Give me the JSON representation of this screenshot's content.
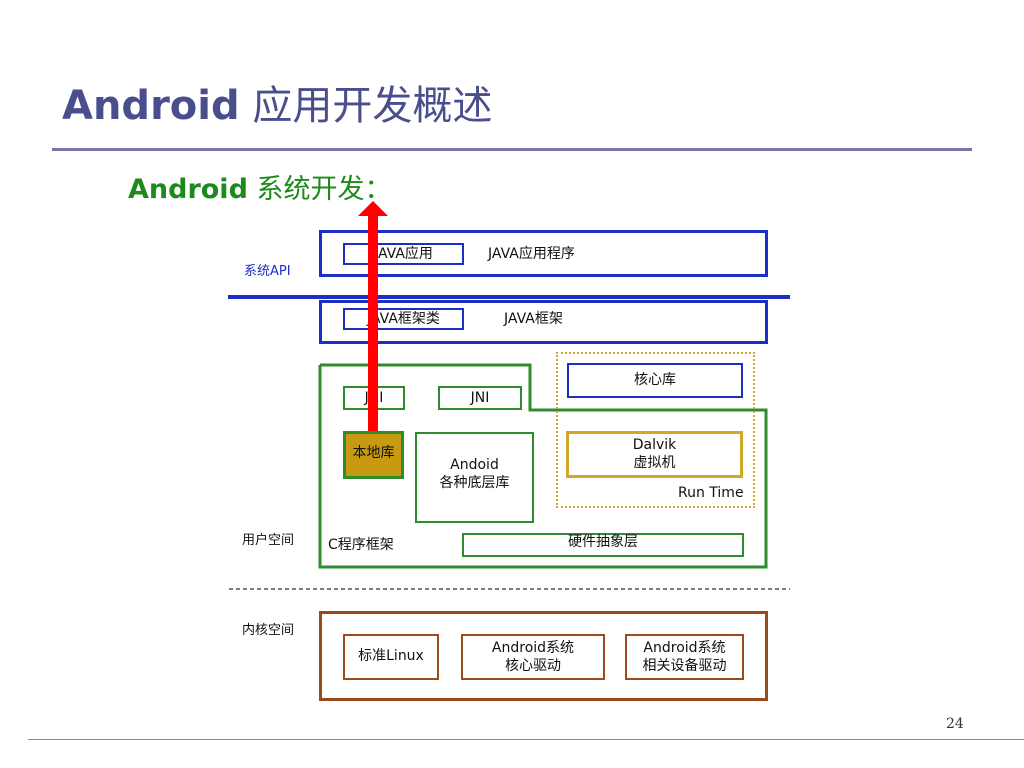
{
  "slide": {
    "title_latin": "Android",
    "title_cjk": "应用开发概述",
    "subtitle_latin": "Android",
    "subtitle_cjk": "系统开发：",
    "page_number": "24"
  },
  "diagram": {
    "side_labels": {
      "system_api": "系统API",
      "user_space": "用户空间",
      "kernel_space": "内核空间"
    },
    "java_app_layer": {
      "inner_box": "JAVA应用",
      "label": "JAVA应用程序"
    },
    "java_framework_layer": {
      "inner_box": "JAVA框架类",
      "label": "JAVA框架"
    },
    "native_layer": {
      "jni_left": "JNI",
      "jni_right": "JNI",
      "native_lib": "本地库",
      "bottom_libs_line1": "Andoid",
      "bottom_libs_line2": "各种底层库",
      "c_framework": "C程序框架",
      "hal": "硬件抽象层"
    },
    "runtime": {
      "core_lib": "核心库",
      "dalvik_line1": "Dalvik",
      "dalvik_line2": "虚拟机",
      "label": "Run Time"
    },
    "kernel_layer": {
      "linux": "标准Linux",
      "core_driver_line1": "Android系统",
      "core_driver_line2": "核心驱动",
      "device_driver_line1": "Android系统",
      "device_driver_line2": "相关设备驱动"
    },
    "colors": {
      "title": "#4a4e8c",
      "subtitle": "#1e8a1e",
      "java_layer_border": "#1b2fc4",
      "native_layer_border": "#2e8b2e",
      "runtime_border": "#d2a82a",
      "kernel_border": "#9b4a1c",
      "native_lib_fill": "#c89a12",
      "arrow": "#ff0000"
    }
  }
}
